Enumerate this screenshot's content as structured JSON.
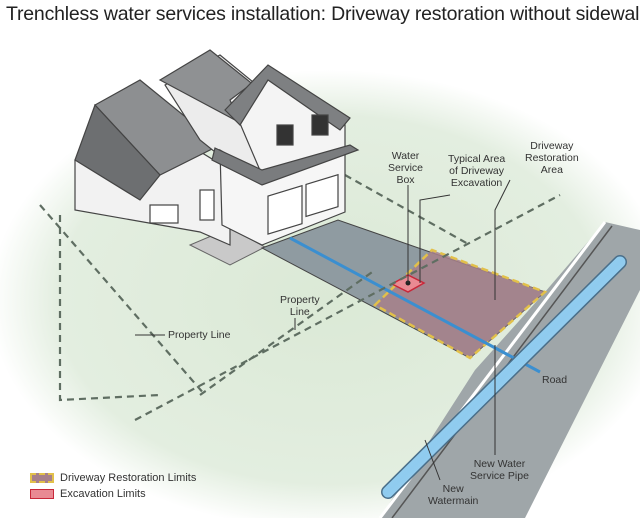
{
  "title": "Trenchless water services installation: Driveway restoration without sidewalk",
  "labels": {
    "water_service_box": [
      "Water",
      "Service",
      "Box"
    ],
    "typical_area": [
      "Typical Area",
      "of Driveway",
      "Excavation"
    ],
    "driveway_restoration_area": [
      "Driveway",
      "Restoration",
      "Area"
    ],
    "property_line_left": "Property Line",
    "property_line_center": [
      "Property",
      "Line"
    ],
    "road": "Road",
    "new_water_service_pipe": [
      "New Water",
      "Service Pipe"
    ],
    "new_watermain": [
      "New",
      "Watermain"
    ]
  },
  "legend": [
    {
      "label": "Driveway Restoration Limits",
      "color": "#a7808a",
      "border": "#e2c04a"
    },
    {
      "label": "Excavation Limits",
      "color": "#e98a93",
      "border": "#c8283a"
    }
  ]
}
